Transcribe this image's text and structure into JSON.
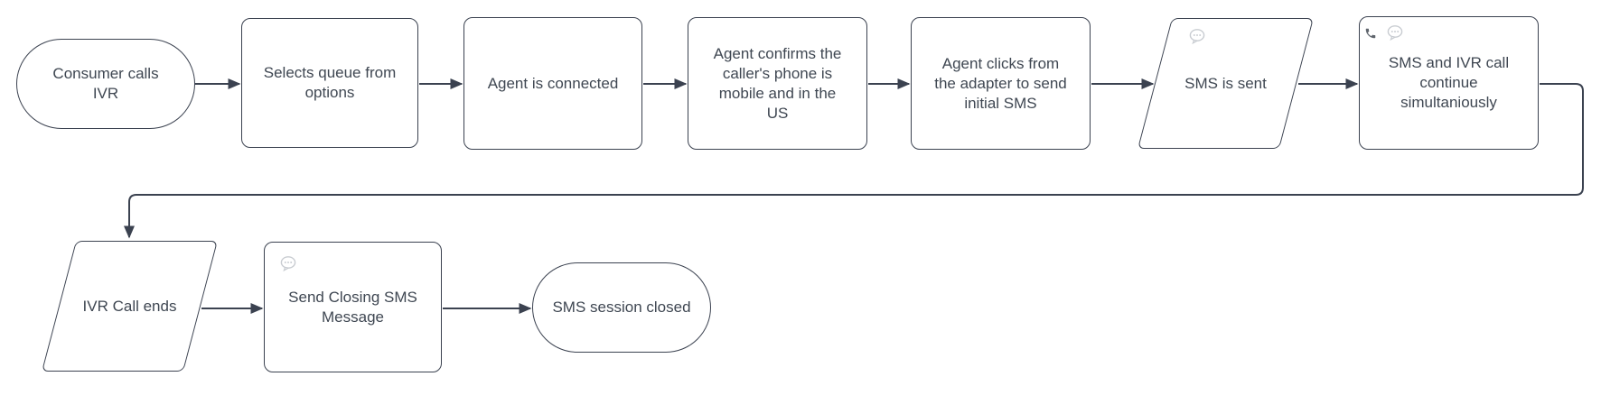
{
  "diagram": {
    "type": "flowchart",
    "colors": {
      "background": "#ffffff",
      "stroke": "#3b4250",
      "text": "#3f4752",
      "icon_light": "#c8ccd1",
      "icon_dark": "#5f656d"
    },
    "nodes": [
      {
        "id": "consumer-calls-ivr",
        "shape": "stadium",
        "label": "Consumer calls\nIVR",
        "icons": []
      },
      {
        "id": "selects-queue",
        "shape": "rectangle",
        "label": "Selects queue from\noptions",
        "icons": []
      },
      {
        "id": "agent-connected",
        "shape": "rectangle",
        "label": "Agent is connected",
        "icons": []
      },
      {
        "id": "agent-confirms",
        "shape": "rectangle",
        "label": "Agent confirms the\ncaller's phone is\nmobile and in the\nUS",
        "icons": []
      },
      {
        "id": "agent-clicks-send",
        "shape": "rectangle",
        "label": "Agent clicks from\nthe adapter to send\ninitial SMS",
        "icons": []
      },
      {
        "id": "sms-is-sent",
        "shape": "parallelogram",
        "label": "SMS is sent",
        "icons": [
          "message-bubble"
        ]
      },
      {
        "id": "sms-ivr-continue",
        "shape": "rectangle",
        "label": "SMS and IVR call\ncontinue\nsimultaniously",
        "icons": [
          "phone",
          "message-bubble"
        ]
      },
      {
        "id": "ivr-call-ends",
        "shape": "parallelogram",
        "label": "IVR Call ends",
        "icons": []
      },
      {
        "id": "send-closing-sms",
        "shape": "rectangle",
        "label": "Send Closing SMS\nMessage",
        "icons": [
          "message-bubble"
        ]
      },
      {
        "id": "sms-session-closed",
        "shape": "stadium",
        "label": "SMS session closed",
        "icons": []
      }
    ],
    "connectors": [
      {
        "from": "consumer-calls-ivr",
        "to": "selects-queue"
      },
      {
        "from": "selects-queue",
        "to": "agent-connected"
      },
      {
        "from": "agent-connected",
        "to": "agent-confirms"
      },
      {
        "from": "agent-confirms",
        "to": "agent-clicks-send"
      },
      {
        "from": "agent-clicks-send",
        "to": "sms-is-sent"
      },
      {
        "from": "sms-is-sent",
        "to": "sms-ivr-continue"
      },
      {
        "from": "sms-ivr-continue",
        "to": "ivr-call-ends"
      },
      {
        "from": "ivr-call-ends",
        "to": "send-closing-sms"
      },
      {
        "from": "send-closing-sms",
        "to": "sms-session-closed"
      }
    ]
  }
}
